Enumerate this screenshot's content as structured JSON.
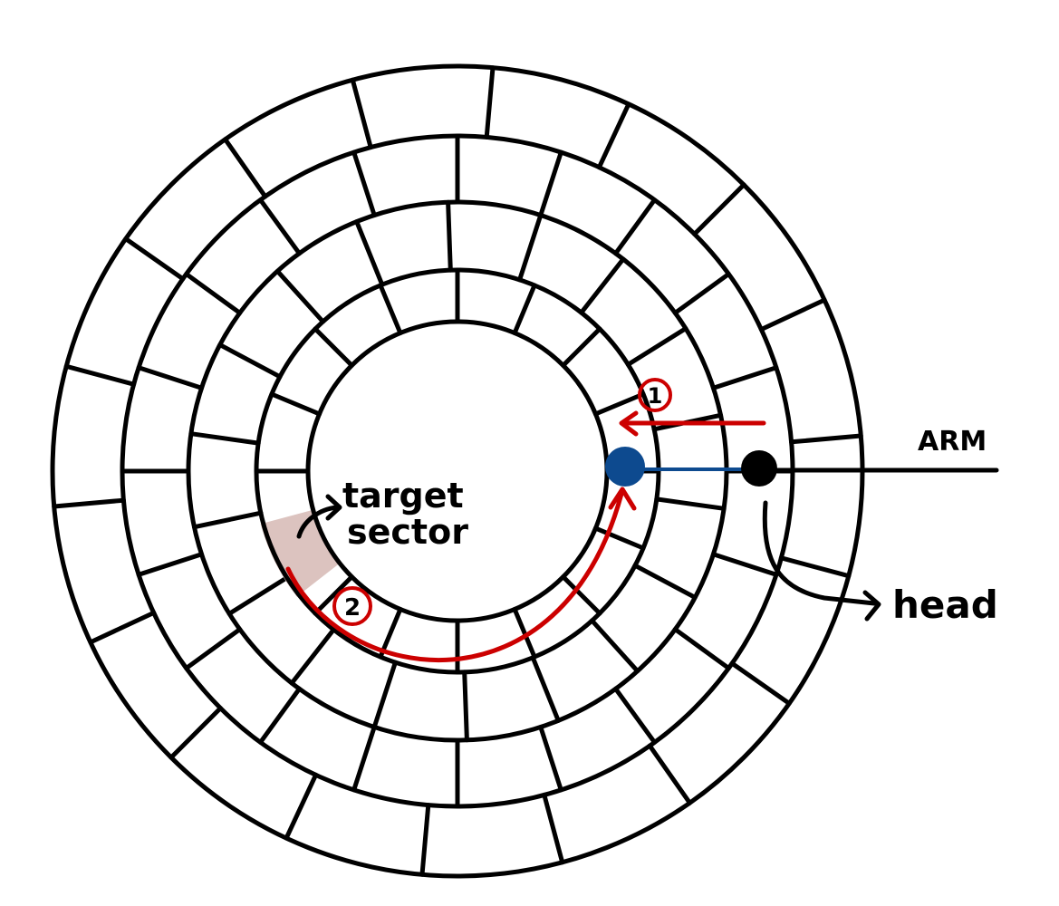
{
  "labels": {
    "arm": "ARM",
    "head": "head",
    "target_line1": "target",
    "target_line2": "sector",
    "step1": "1",
    "step2": "2"
  },
  "colors": {
    "line": "#000000",
    "red": "#cc0000",
    "blue": "#0d4a8f",
    "target_fill": "#dcc3bf"
  }
}
